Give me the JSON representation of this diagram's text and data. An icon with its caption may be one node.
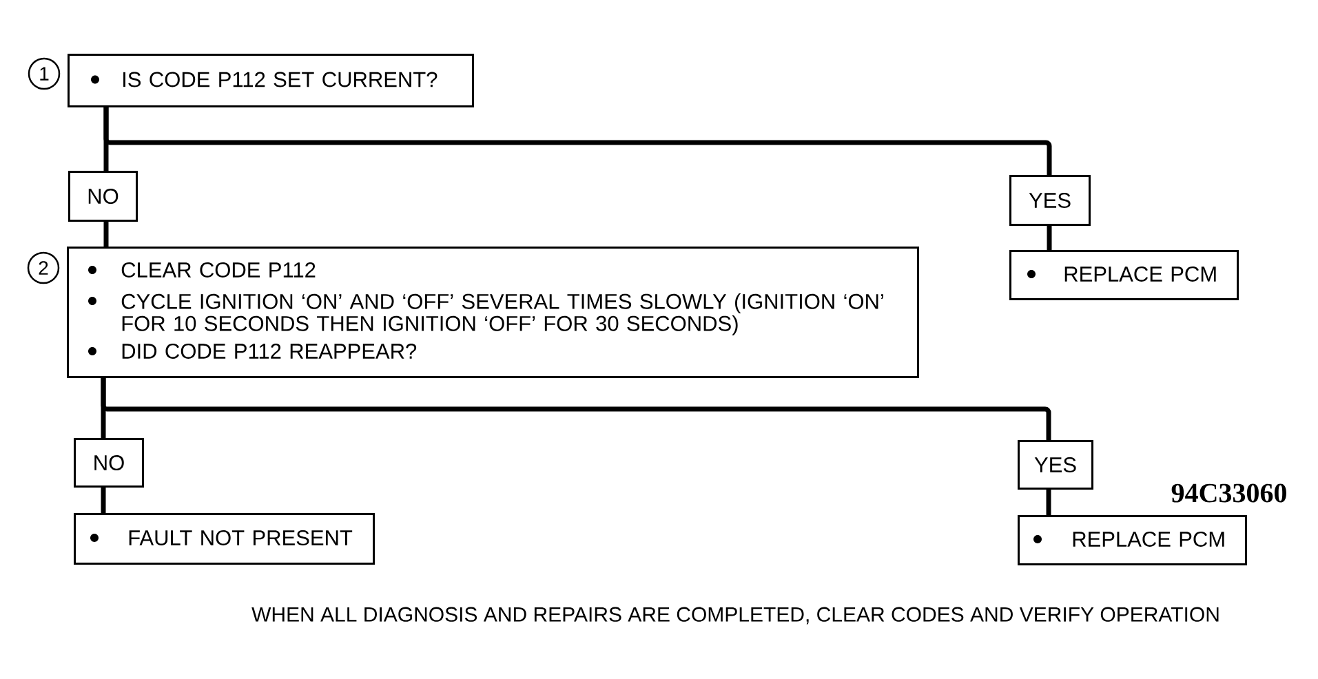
{
  "diagram": {
    "nodes": [
      {
        "text": [
          "1"
        ]
      },
      {
        "text": [
          "IS CODE P112 SET CURRENT?"
        ]
      },
      {
        "text": [
          "NO"
        ]
      },
      {
        "text": [
          "YES"
        ]
      },
      {
        "text": [
          "2"
        ]
      },
      {
        "text": [
          "CLEAR CODE P112",
          "CYCLE IGNITION ‘ON’ AND ‘OFF’ SEVERAL TIMES SLOWLY (IGNITION ‘ON’ FOR 10 SECONDS THEN IGNITION ‘OFF’ FOR 30 SECONDS)",
          "DID CODE P112 REAPPEAR?"
        ]
      },
      {
        "text": [
          "REPLACE PCM"
        ]
      },
      {
        "text": [
          "NO"
        ]
      },
      {
        "text": [
          "YES"
        ]
      },
      {
        "text": [
          "FAULT NOT PRESENT"
        ]
      },
      {
        "text": [
          "REPLACE PCM"
        ]
      }
    ],
    "edges": [
      {
        "from": 1,
        "to": 2,
        "arrow": "none"
      },
      {
        "from": 1,
        "to": 3,
        "arrow": "none"
      },
      {
        "from": 2,
        "to": 5,
        "arrow": "none"
      },
      {
        "from": 3,
        "to": 6,
        "arrow": "none"
      },
      {
        "from": 5,
        "to": 7,
        "arrow": "none"
      },
      {
        "from": 5,
        "to": 8,
        "arrow": "none"
      },
      {
        "from": 7,
        "to": 9,
        "arrow": "none"
      },
      {
        "from": 8,
        "to": 10,
        "arrow": "none"
      }
    ],
    "labels": [
      "94C33060",
      "WHEN ALL DIAGNOSIS AND REPAIRS ARE COMPLETED, CLEAR CODES AND VERIFY OPERATION"
    ]
  }
}
